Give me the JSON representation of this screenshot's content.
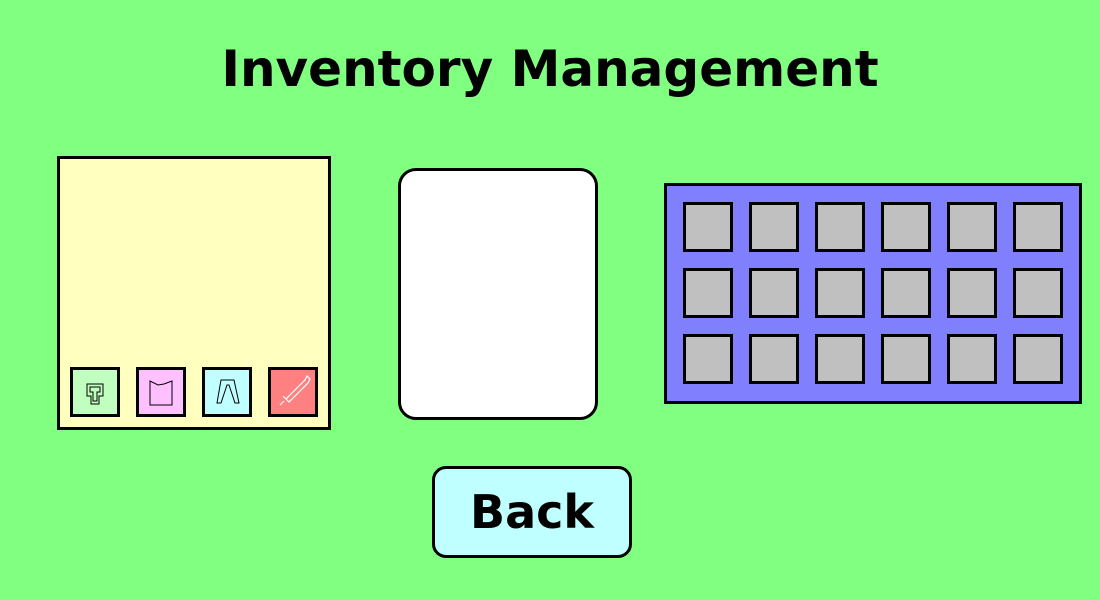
{
  "title": "Inventory Management",
  "equipment": [
    {
      "slot": "helmet",
      "color": "#c0ffc0"
    },
    {
      "slot": "chest",
      "color": "#ffc0ff"
    },
    {
      "slot": "legs",
      "color": "#c0ffff"
    },
    {
      "slot": "weapon",
      "color": "#ff8080"
    }
  ],
  "inventory": {
    "rows": 3,
    "cols": 6
  },
  "back_label": "Back"
}
